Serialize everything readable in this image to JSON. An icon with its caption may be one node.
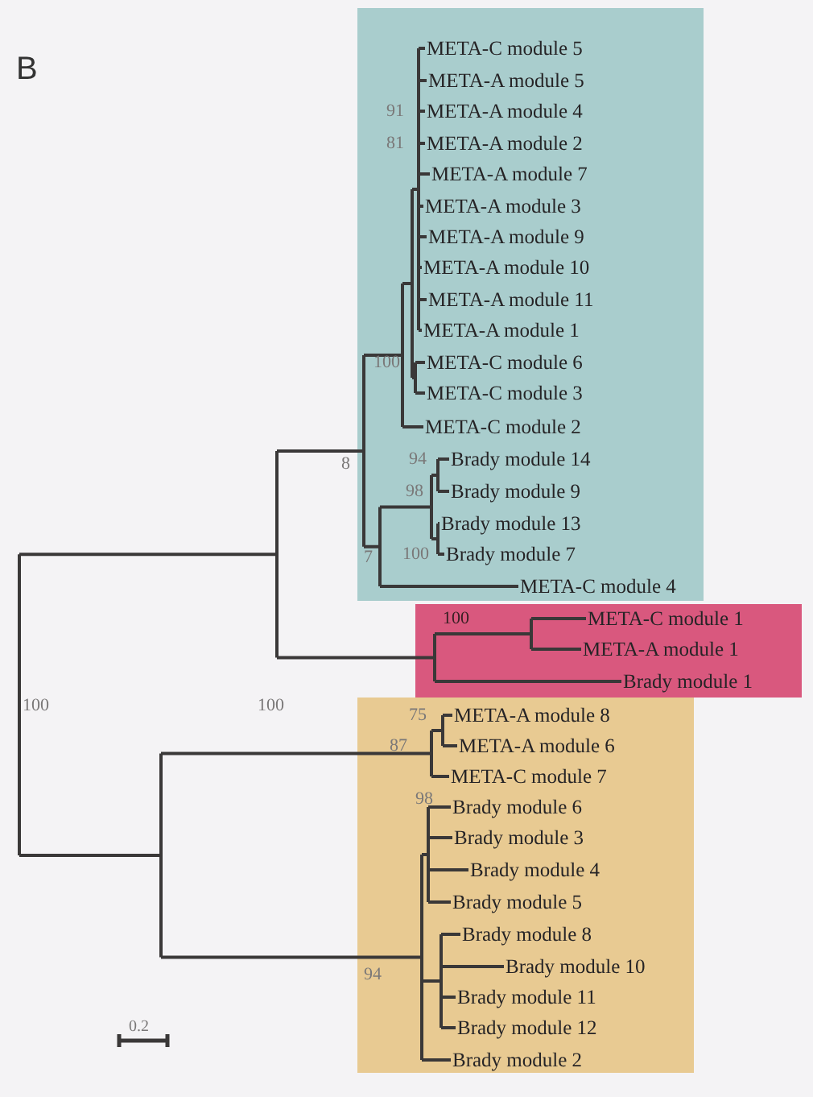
{
  "diagram": {
    "nodes": [
      {
        "text": [],
        "shape": "box"
      },
      {
        "text": [
          "META-C module 5"
        ],
        "in": 0
      },
      {
        "text": [
          "META-A module 5"
        ],
        "in": 0
      },
      {
        "text": [
          "META-A module 4"
        ],
        "in": 0
      },
      {
        "text": [
          "META-A module 2"
        ],
        "in": 0
      },
      {
        "text": [
          "META-A module 7"
        ],
        "in": 0
      },
      {
        "text": [
          "META-A module 3"
        ],
        "in": 0
      },
      {
        "text": [
          "META-A module 9"
        ],
        "in": 0
      },
      {
        "text": [
          "META-A module 10"
        ],
        "in": 0
      },
      {
        "text": [
          "META-A module 11"
        ],
        "in": 0
      },
      {
        "text": [
          "META-A module 1"
        ],
        "in": 0
      },
      {
        "text": [
          "META-C module 6"
        ],
        "in": 0
      },
      {
        "text": [
          "META-C module 3"
        ],
        "in": 0
      },
      {
        "text": [
          "META-C module 2"
        ],
        "in": 0
      },
      {
        "text": [
          "Brady module 14"
        ],
        "in": 0
      },
      {
        "text": [
          "Brady module 9"
        ],
        "in": 0
      },
      {
        "text": [
          "Brady module 13"
        ],
        "in": 0
      },
      {
        "text": [
          "Brady module 7"
        ],
        "in": 0
      },
      {
        "text": [
          "META-C module 4"
        ],
        "in": 0
      },
      {
        "text": [],
        "shape": "box"
      },
      {
        "text": [
          "META-C module 1"
        ],
        "in": 19
      },
      {
        "text": [
          "META-A module 1"
        ],
        "in": 19
      },
      {
        "text": [
          "Brady module 1"
        ],
        "in": 19
      },
      {
        "text": [],
        "shape": "box"
      },
      {
        "text": [
          "META-A module 8"
        ],
        "in": 23
      },
      {
        "text": [
          "META-A module 6"
        ],
        "in": 23
      },
      {
        "text": [
          "META-C module 7"
        ],
        "in": 23
      },
      {
        "text": [
          "Brady module 6"
        ],
        "in": 23
      },
      {
        "text": [
          "Brady module 3"
        ],
        "in": 23
      },
      {
        "text": [
          "Brady module 4"
        ],
        "in": 23
      },
      {
        "text": [
          "Brady module 5"
        ],
        "in": 23
      },
      {
        "text": [
          "Brady module 8"
        ],
        "in": 23
      },
      {
        "text": [
          "Brady module 10"
        ],
        "in": 23
      },
      {
        "text": [
          "Brady module 11"
        ],
        "in": 23
      },
      {
        "text": [
          "Brady module 12"
        ],
        "in": 23
      },
      {
        "text": [
          "Brady module 2"
        ],
        "in": 23
      }
    ],
    "labels": [
      "B",
      "91",
      "81",
      "100",
      "8",
      "94",
      "98",
      "100",
      "7",
      "100",
      "100",
      "100",
      "75",
      "87",
      "98",
      "94",
      "0.2"
    ]
  }
}
